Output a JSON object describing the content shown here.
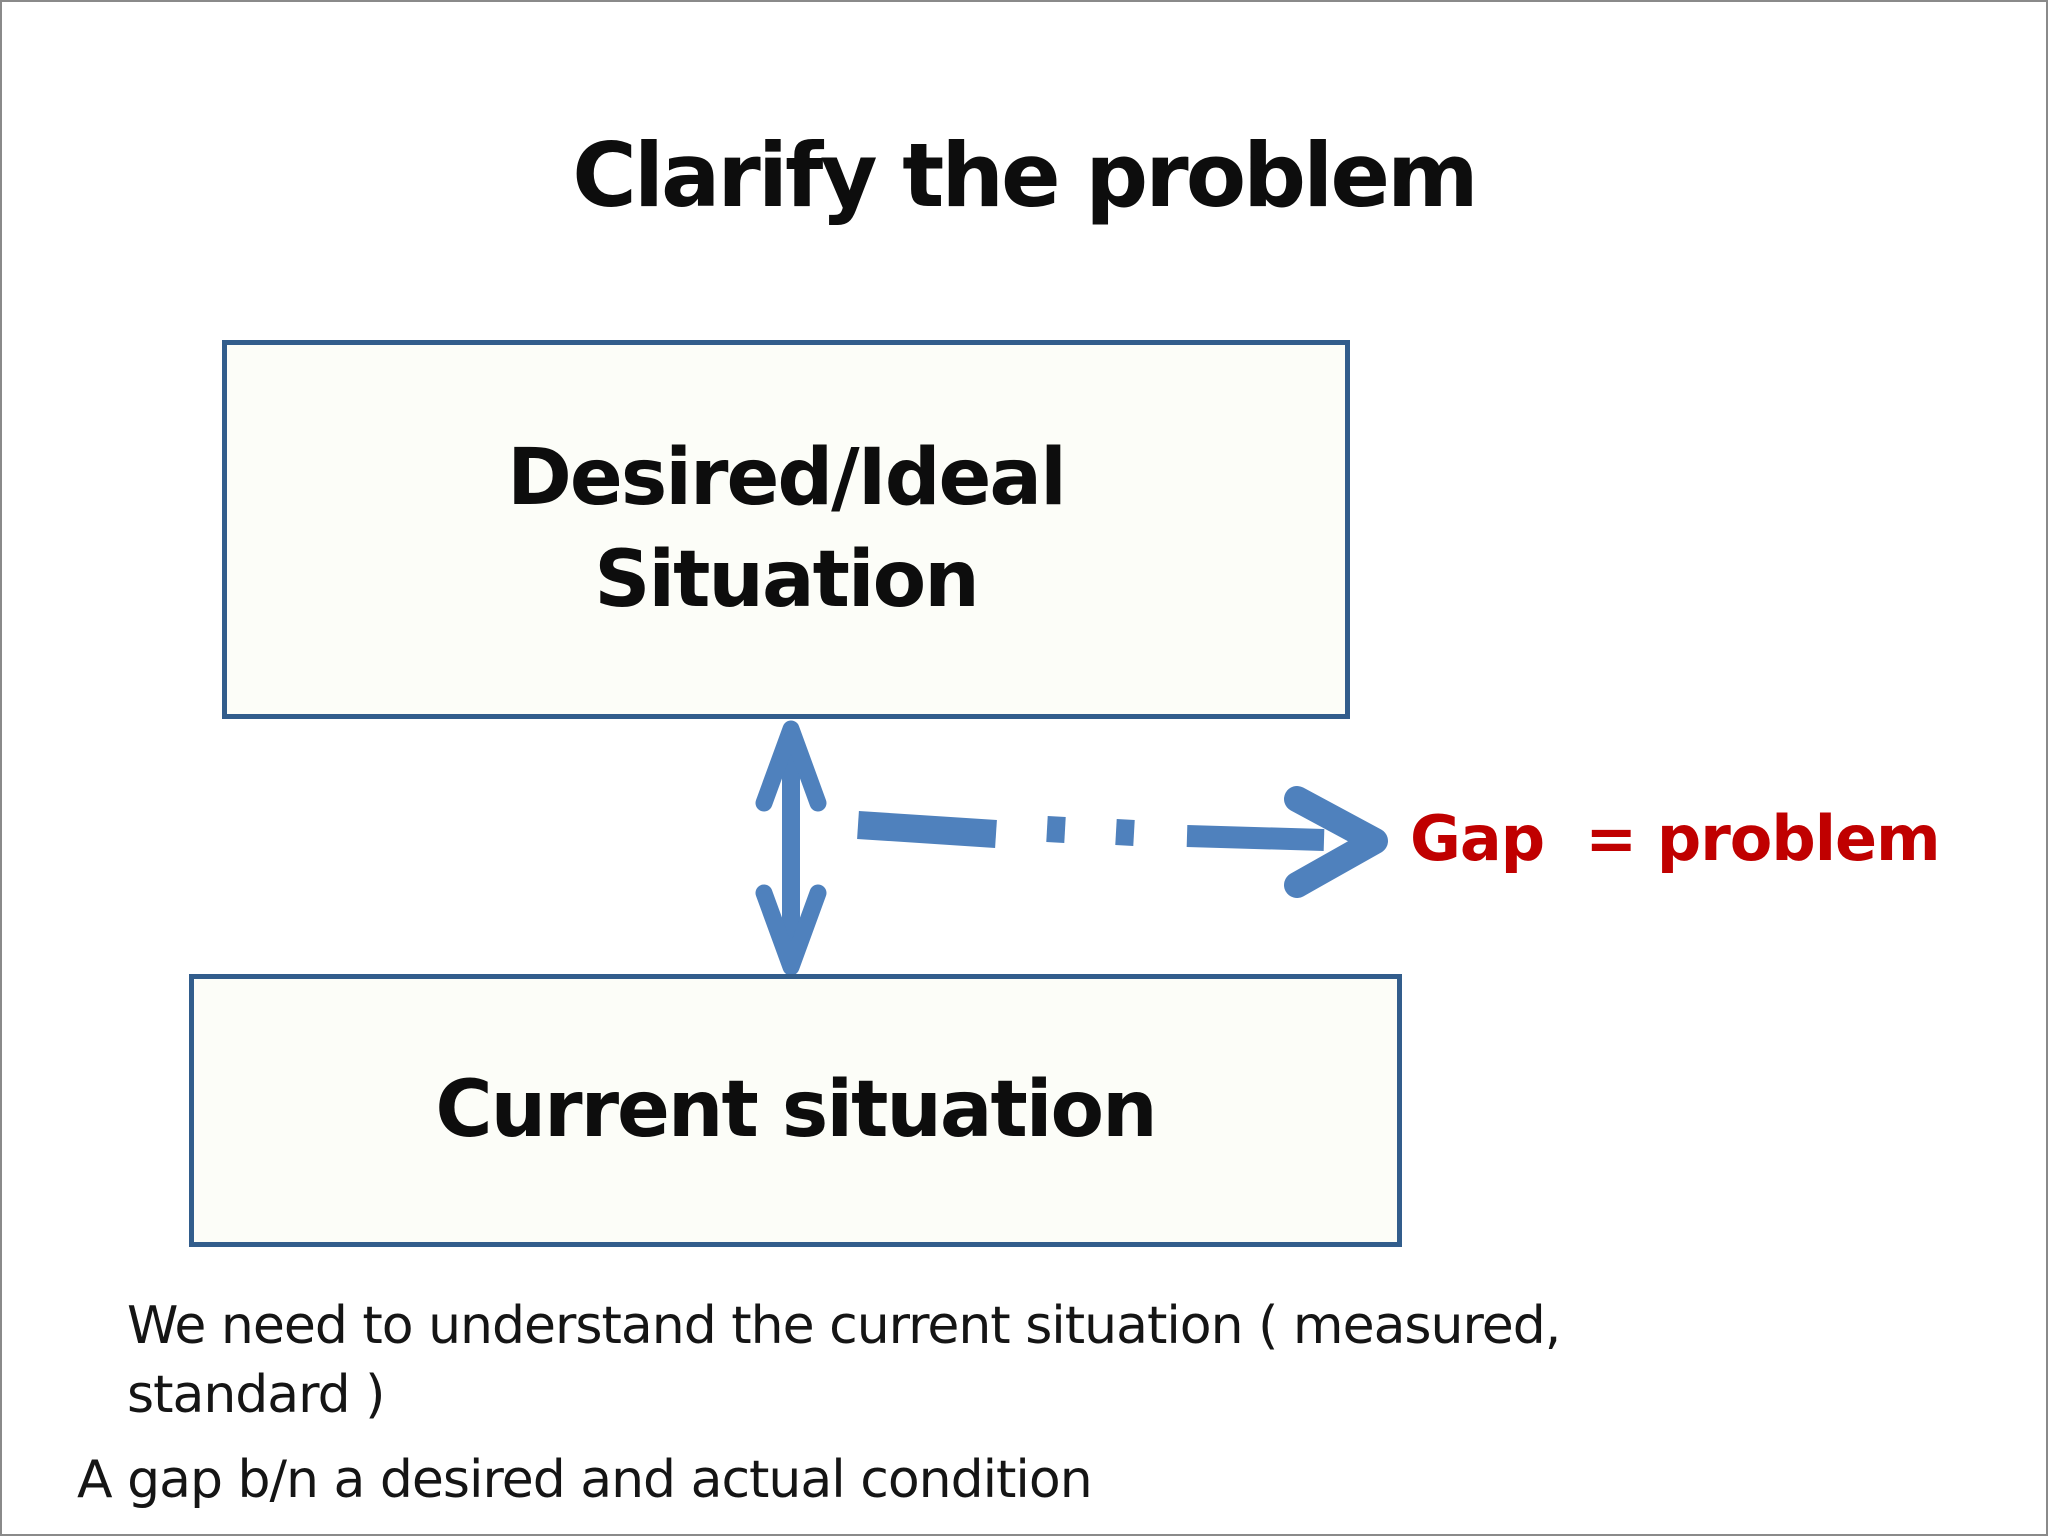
{
  "slide": {
    "title": "Clarify the problem",
    "desired_box": {
      "line1": "Desired/Ideal",
      "line2": "Situation"
    },
    "current_box": {
      "label": "Current situation"
    },
    "gap_label": "Gap  = problem",
    "notes": {
      "primary_line1": "We need to understand the current situation ( measured,",
      "primary_line2": "standard )",
      "secondary": "A gap b/n a desired and actual condition"
    },
    "colors": {
      "box_border_blue": "#325D8C",
      "arrow_blue": "#4F81BD",
      "gap_red": "#C00000",
      "box_fill": "#FCFDF8",
      "slide_frame_gray": "#8A8A8A",
      "text_black": "#0D0D0D"
    }
  }
}
